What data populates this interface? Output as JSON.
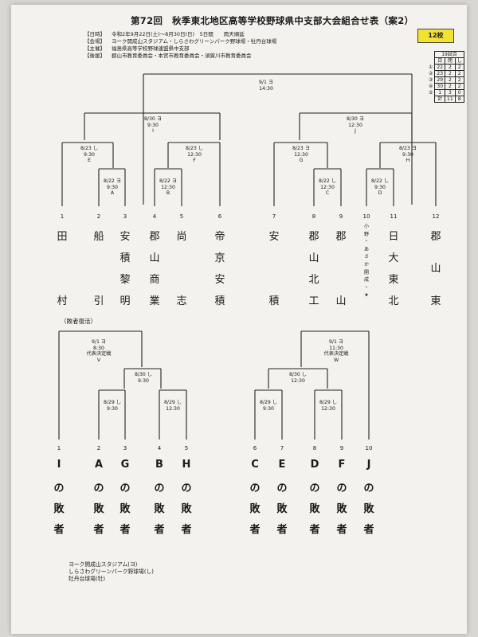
{
  "title": "第72回　秋季東北地区高等学校野球県中支部大会組合せ表（案2）",
  "badge": "12校",
  "info": [
    {
      "key": "【日時】",
      "value": "令和2年9月22日(土)～8月30日(日)　5日間　　雨天順延"
    },
    {
      "key": "【会場】",
      "value": "ヨーク開成山スタジアム・しらさわグリーンパーク野球場・牡丹台球場"
    },
    {
      "key": "【主催】",
      "value": "福島県高等学校野球連盟県中支部"
    },
    {
      "key": "【後援】",
      "value": "郡山市教育委員会・本宮市教育委員会・須賀川市教育委員会"
    }
  ],
  "record": {
    "caption": "19試合",
    "headers": [
      "日",
      "閉",
      "し"
    ],
    "rows": [
      {
        "day": "①",
        "vals": [
          "22",
          "2",
          "2"
        ]
      },
      {
        "day": "②",
        "vals": [
          "23",
          "2",
          "2"
        ]
      },
      {
        "day": "③",
        "vals": [
          "29",
          "2",
          "2"
        ]
      },
      {
        "day": "④",
        "vals": [
          "30",
          "2",
          "2"
        ]
      },
      {
        "day": "⑤",
        "vals": [
          "1",
          "3",
          "0"
        ]
      },
      {
        "day": "",
        "vals": [
          "計",
          "11",
          "8"
        ]
      }
    ]
  },
  "main_games": [
    {
      "id": "top",
      "lines": [
        "9/1 ヨ",
        "14:30"
      ]
    },
    {
      "id": "I",
      "lines": [
        "8/30 ヨ",
        "9:30",
        "I"
      ]
    },
    {
      "id": "J",
      "lines": [
        "8/30 ヨ",
        "12:30",
        "J"
      ]
    },
    {
      "id": "E",
      "lines": [
        "8/23 し",
        "9:30",
        "E"
      ]
    },
    {
      "id": "F",
      "lines": [
        "8/23 し",
        "12:30",
        "F"
      ]
    },
    {
      "id": "G",
      "lines": [
        "8/23 ヨ",
        "12:30",
        "G"
      ]
    },
    {
      "id": "H",
      "lines": [
        "8/23 ヨ",
        "9:30",
        "H"
      ]
    },
    {
      "id": "A",
      "lines": [
        "8/22 ヨ",
        "9:30",
        "A"
      ]
    },
    {
      "id": "B",
      "lines": [
        "8/22 ヨ",
        "12:30",
        "B"
      ]
    },
    {
      "id": "C",
      "lines": [
        "8/22 し",
        "12:30",
        "C"
      ]
    },
    {
      "id": "D",
      "lines": [
        "8/22 し",
        "9:30",
        "D"
      ]
    }
  ],
  "teams": [
    {
      "no": "1",
      "chars": [
        "田",
        "",
        "",
        "村"
      ]
    },
    {
      "no": "2",
      "chars": [
        "船",
        "",
        "",
        "引"
      ]
    },
    {
      "no": "3",
      "chars": [
        "安",
        "積",
        "黎",
        "明"
      ]
    },
    {
      "no": "4",
      "chars": [
        "郡",
        "山",
        "商",
        "業"
      ]
    },
    {
      "no": "5",
      "chars": [
        "尚",
        "",
        "",
        "志"
      ]
    },
    {
      "no": "6",
      "chars": [
        "帝",
        "京",
        "安",
        "積"
      ]
    },
    {
      "no": "7",
      "chars": [
        "安",
        "",
        "",
        "積"
      ]
    },
    {
      "no": "8",
      "chars": [
        "郡",
        "山",
        "北",
        "工"
      ]
    },
    {
      "no": "9",
      "chars": [
        "郡",
        "",
        "",
        "山"
      ]
    },
    {
      "no": "10",
      "small": "小野・あさか開成・★"
    },
    {
      "no": "11",
      "chars": [
        "日",
        "大",
        "東",
        "北"
      ]
    },
    {
      "no": "12",
      "chars": [
        "郡",
        "",
        "山",
        "東"
      ]
    }
  ],
  "loser_section_label": "（敗者復活）",
  "loser_games": [
    {
      "id": "V",
      "lines": [
        "9/1 ヨ",
        "8:30",
        "代表決定戦",
        "V"
      ]
    },
    {
      "id": "W",
      "lines": [
        "9/1 ヨ",
        "11:30",
        "代表決定戦",
        "W"
      ]
    },
    {
      "id": "L1",
      "lines": [
        "8/30 し",
        "9:30"
      ]
    },
    {
      "id": "L2",
      "lines": [
        "8/30 し",
        "12:30"
      ]
    },
    {
      "id": "L3",
      "lines": [
        "8/29 し",
        "9:30"
      ]
    },
    {
      "id": "L4",
      "lines": [
        "8/29 し",
        "12:30"
      ]
    },
    {
      "id": "L5",
      "lines": [
        "8/29 し",
        "9:30"
      ]
    },
    {
      "id": "L6",
      "lines": [
        "8/29 し",
        "12:30"
      ]
    }
  ],
  "losers": [
    {
      "no": "1",
      "from": "I"
    },
    {
      "no": "2",
      "from": "A"
    },
    {
      "no": "3",
      "from": "G"
    },
    {
      "no": "4",
      "from": "B"
    },
    {
      "no": "5",
      "from": "H"
    },
    {
      "no": "6",
      "from": "C"
    },
    {
      "no": "7",
      "from": "E"
    },
    {
      "no": "8",
      "from": "D"
    },
    {
      "no": "9",
      "from": "F"
    },
    {
      "no": "10",
      "from": "J"
    }
  ],
  "loser_suffix": [
    "の",
    "敗",
    "者"
  ],
  "footer": [
    "ヨーク開成山スタジアム(ヨ)",
    "しらさわグリーンパーク野球場(し)",
    "牡丹台球場(牡)"
  ]
}
